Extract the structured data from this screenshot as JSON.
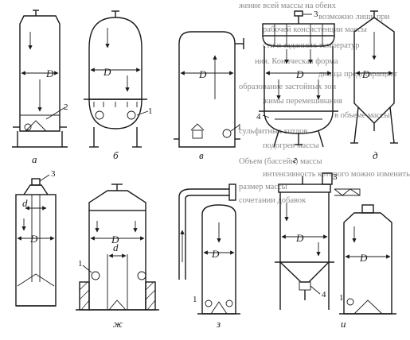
{
  "background_text": {
    "lines": [
      "жение всей массы на обеих",
      "возможно лишь при",
      "рабочей консистенции массы",
      "сти и заданных температур",
      "ния. Коническая форма",
      "днища предотвращает",
      "образование застойных зон",
      "жимы перемешивания",
      "в объеме массы",
      "сульфитных котлов",
      "подогрев массы",
      "Объем (бассейн) массы",
      "интенсивность которого можно изменить",
      "размер массы",
      "сочетании добавок"
    ]
  },
  "labels": {
    "diameter": "D",
    "inner_diameter": "d",
    "item_1": "1",
    "item_2": "2",
    "item_3": "3",
    "item_4": "4",
    "fig_a": "а",
    "fig_b": "б",
    "fig_v": "в",
    "fig_g": "г",
    "fig_d": "д",
    "fig_zh": "ж",
    "fig_z": "з",
    "fig_i": "и"
  }
}
